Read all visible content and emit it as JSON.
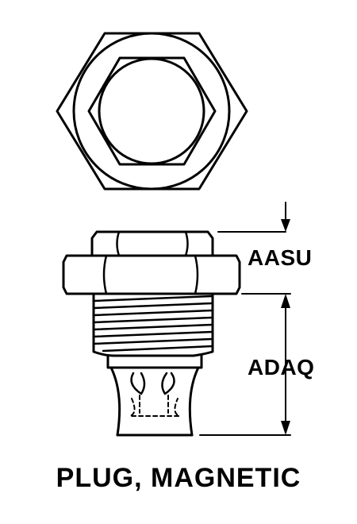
{
  "diagram": {
    "caption": "PLUG, MAGNETIC",
    "dimensions": [
      {
        "id": "AASU"
      },
      {
        "id": "ADAQ"
      }
    ]
  },
  "colors": {
    "line": "#000000",
    "background": "#ffffff"
  }
}
